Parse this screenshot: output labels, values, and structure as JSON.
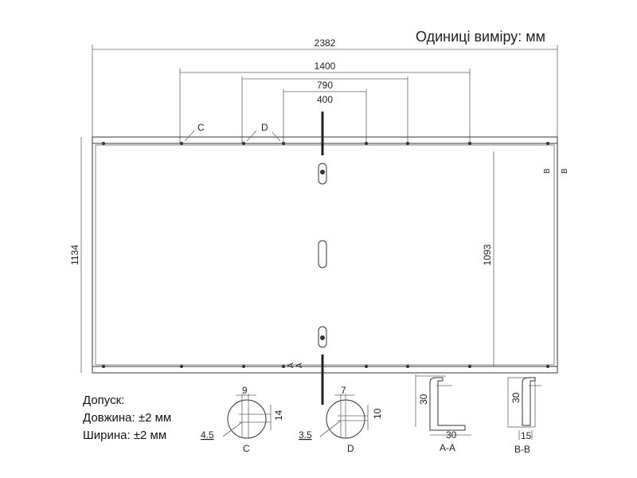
{
  "units_label": "Одиниці виміру: мм",
  "dimensions": {
    "overall_length": "2382",
    "mount_1400": "1400",
    "mount_790": "790",
    "mount_400": "400",
    "overall_width": "1134",
    "inner_width": "1093"
  },
  "markers": {
    "c": "C",
    "d": "D",
    "a": "A",
    "b": "B"
  },
  "tolerance": {
    "title": "Допуск:",
    "length": "Довжина: ±2 мм",
    "width": "Ширина: ±2 мм"
  },
  "details": {
    "c": {
      "label": "C",
      "hole_width": "9",
      "hole_length": "14",
      "diameter": "4.5"
    },
    "d": {
      "label": "D",
      "hole_width": "7",
      "hole_length": "10",
      "diameter": "3.5"
    },
    "aa": {
      "label": "A-A",
      "height": "30",
      "width": "30"
    },
    "bb": {
      "label": "B-B",
      "height": "30",
      "width": "15"
    }
  }
}
